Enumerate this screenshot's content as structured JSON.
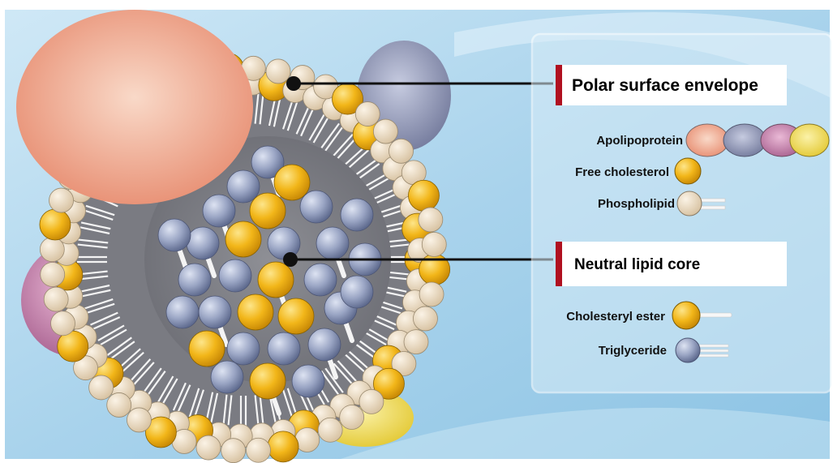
{
  "headers": {
    "polar": "Polar surface envelope",
    "core": "Neutral lipid core"
  },
  "legend": {
    "apolipoprotein": "Apolipoprotein",
    "free_cholesterol": "Free cholesterol",
    "phospholipid": "Phospholipid",
    "cholesteryl_ester": "Cholesteryl ester",
    "triglyceride": "Triglyceride"
  },
  "colors": {
    "background": "#bfe0f2",
    "cholesterol_gold": "#f2b619",
    "phospholipid_cream": "#ecdcc4",
    "triglyceride_blue": "#8f9ab8",
    "apo_orange": "#ef9a84",
    "apo_slate": "#8f96b4",
    "apo_mauve": "#c989b0",
    "apo_yellow": "#f3e15a",
    "header_bar_red": "#b01020"
  }
}
